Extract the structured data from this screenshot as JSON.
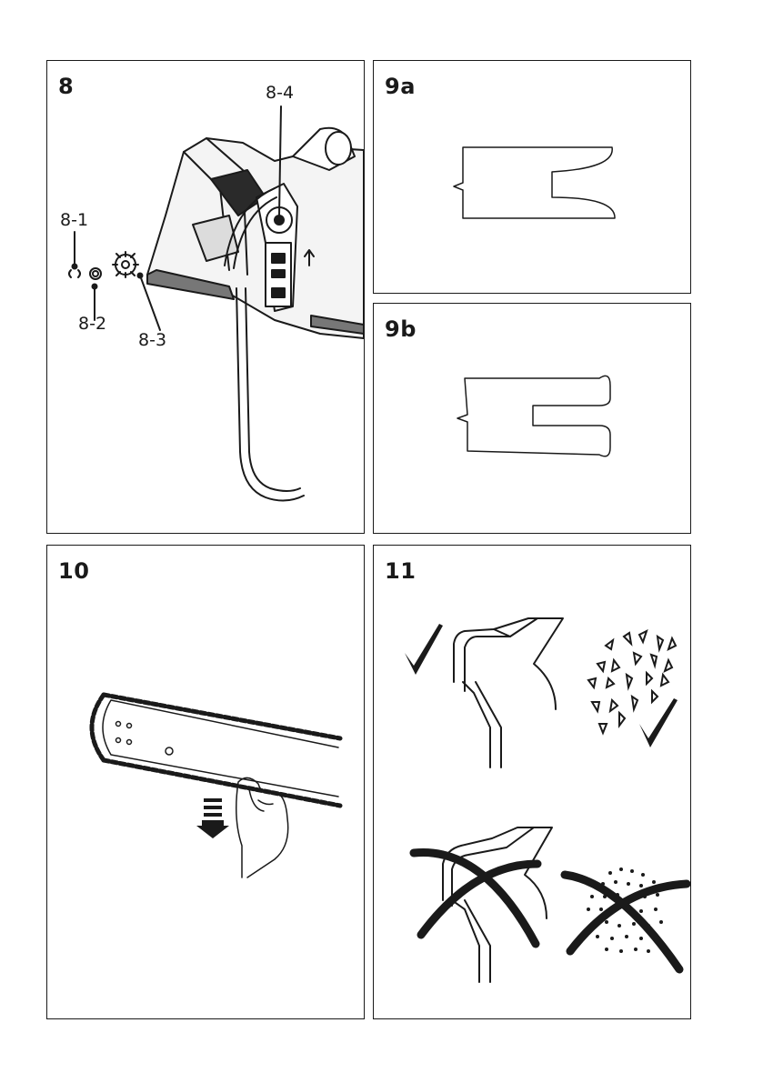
{
  "panels": {
    "p8": {
      "number": "8"
    },
    "p9a": {
      "number": "9a"
    },
    "p9b": {
      "number": "9b"
    },
    "p10": {
      "number": "10"
    },
    "p11": {
      "number": "11"
    }
  },
  "callouts": {
    "c8_1": "8-1",
    "c8_2": "8-2",
    "c8_3": "8-3",
    "c8_4": "8-4"
  },
  "icons": [
    "checkmark-icon",
    "cross-out-icon",
    "down-arrow-icon"
  ]
}
